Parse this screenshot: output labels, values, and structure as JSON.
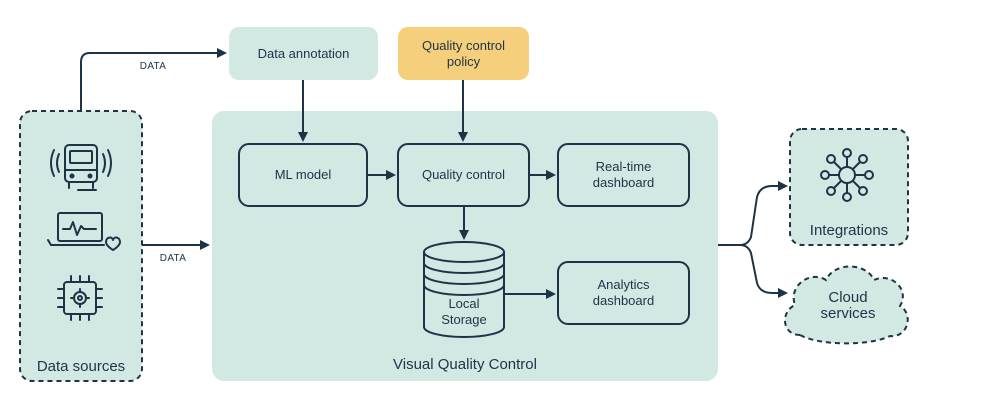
{
  "nodes": {
    "data_annotation": "Data annotation",
    "qc_policy": "Quality control\npolicy",
    "ml_model": "ML model",
    "quality_control": "Quality control",
    "realtime_dashboard": "Real-time\ndashboard",
    "local_storage": "Local\nStorage",
    "analytics_dashboard": "Analytics\ndashboard",
    "visual_quality_control": "Visual Quality Control",
    "data_sources": "Data sources",
    "integrations": "Integrations",
    "cloud_services": "Cloud\nservices"
  },
  "edge_labels": {
    "data_top": "DATA",
    "data_mid": "DATA"
  },
  "icons": [
    "truck-icon",
    "monitor-heart-icon",
    "chip-gear-icon",
    "network-hub-icon"
  ],
  "colors": {
    "teal_fill": "#d2e8e3",
    "policy_fill": "#f5cf7b",
    "stroke": "#1d3447",
    "text": "#1d3447"
  }
}
